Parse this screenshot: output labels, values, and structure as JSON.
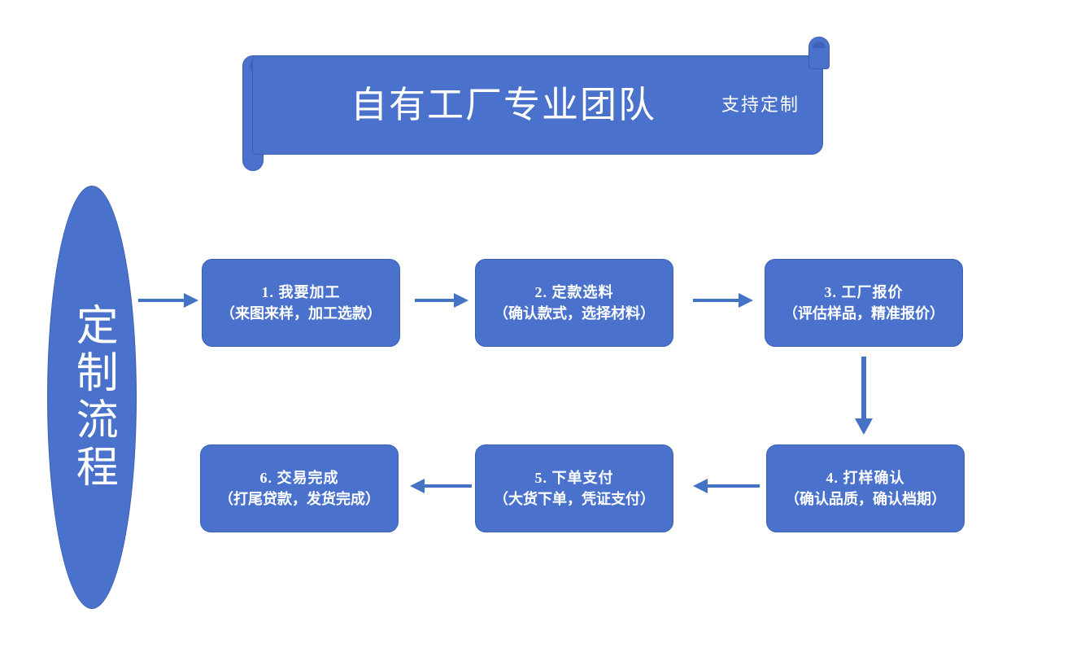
{
  "banner": {
    "title": "自有工厂专业团队",
    "subtitle": "支持定制"
  },
  "flow": {
    "badge_label": "定制流程",
    "steps": [
      {
        "id": "step-1",
        "line1": "1. 我要加工",
        "line2": "（来图来样，加工选款）"
      },
      {
        "id": "step-2",
        "line1": "2. 定款选料",
        "line2": "（确认款式，选择材料）"
      },
      {
        "id": "step-3",
        "line1": "3. 工厂报价",
        "line2": "（评估样品，精准报价）"
      },
      {
        "id": "step-4",
        "line1": "4. 打样确认",
        "line2": "（确认品质，确认档期）"
      },
      {
        "id": "step-5",
        "line1": "5. 下单支付",
        "line2": "（大货下单，凭证支付）"
      },
      {
        "id": "step-6",
        "line1": "6. 交易完成",
        "line2": "（打尾贷款，发货完成）"
      }
    ]
  },
  "colors": {
    "fill": "#4a72cc",
    "stroke": "#3c60b0",
    "arrow": "#4472c4",
    "text": "#ffffff",
    "background": "#ffffff"
  }
}
